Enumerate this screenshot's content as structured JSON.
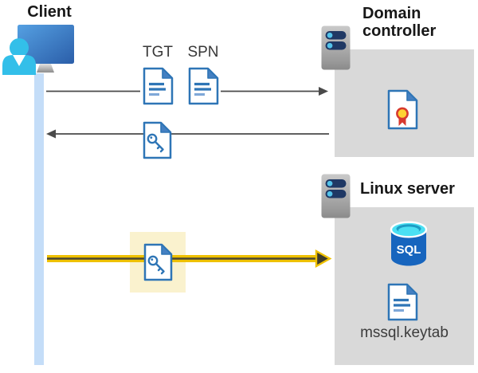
{
  "nodes": {
    "client": {
      "label": "Client"
    },
    "domain_controller": {
      "label": "Domain controller"
    },
    "linux_server": {
      "label": "Linux server"
    }
  },
  "artifacts": {
    "tgt_label": "TGT",
    "spn_label": "SPN",
    "sql_badge": "SQL",
    "keytab_file": "mssql.keytab"
  },
  "icons": {
    "client": "desktop-user-icon",
    "domain_controller": "server-rack-icon",
    "linux_server": "server-rack-icon",
    "tgt": "document-icon",
    "spn": "document-icon",
    "service_ticket": "key-document-icon",
    "certificate": "certificate-icon",
    "database": "sql-database-icon",
    "keytab": "document-icon"
  },
  "colors": {
    "doc_blue": "#2E75B6",
    "doc_fold_blue": "#4480C2",
    "doc_line_light": "#7FA8D8",
    "arrow_gray": "#4A4A4A",
    "highlight_yellow": "#EFC100",
    "highlight_cream": "#FAF2CE",
    "box_gray": "#D9D9D9",
    "lifeline_blue": "#C4DDF8",
    "server_navy": "#1F3864",
    "server_dot_cyan": "#53C3EA",
    "sql_body_blue": "#1765BE",
    "sql_top_cyan": "#4BE0F3",
    "seal_yellow": "#FFD332",
    "seal_red": "#D7392E",
    "person_cyan": "#33BFE9"
  }
}
